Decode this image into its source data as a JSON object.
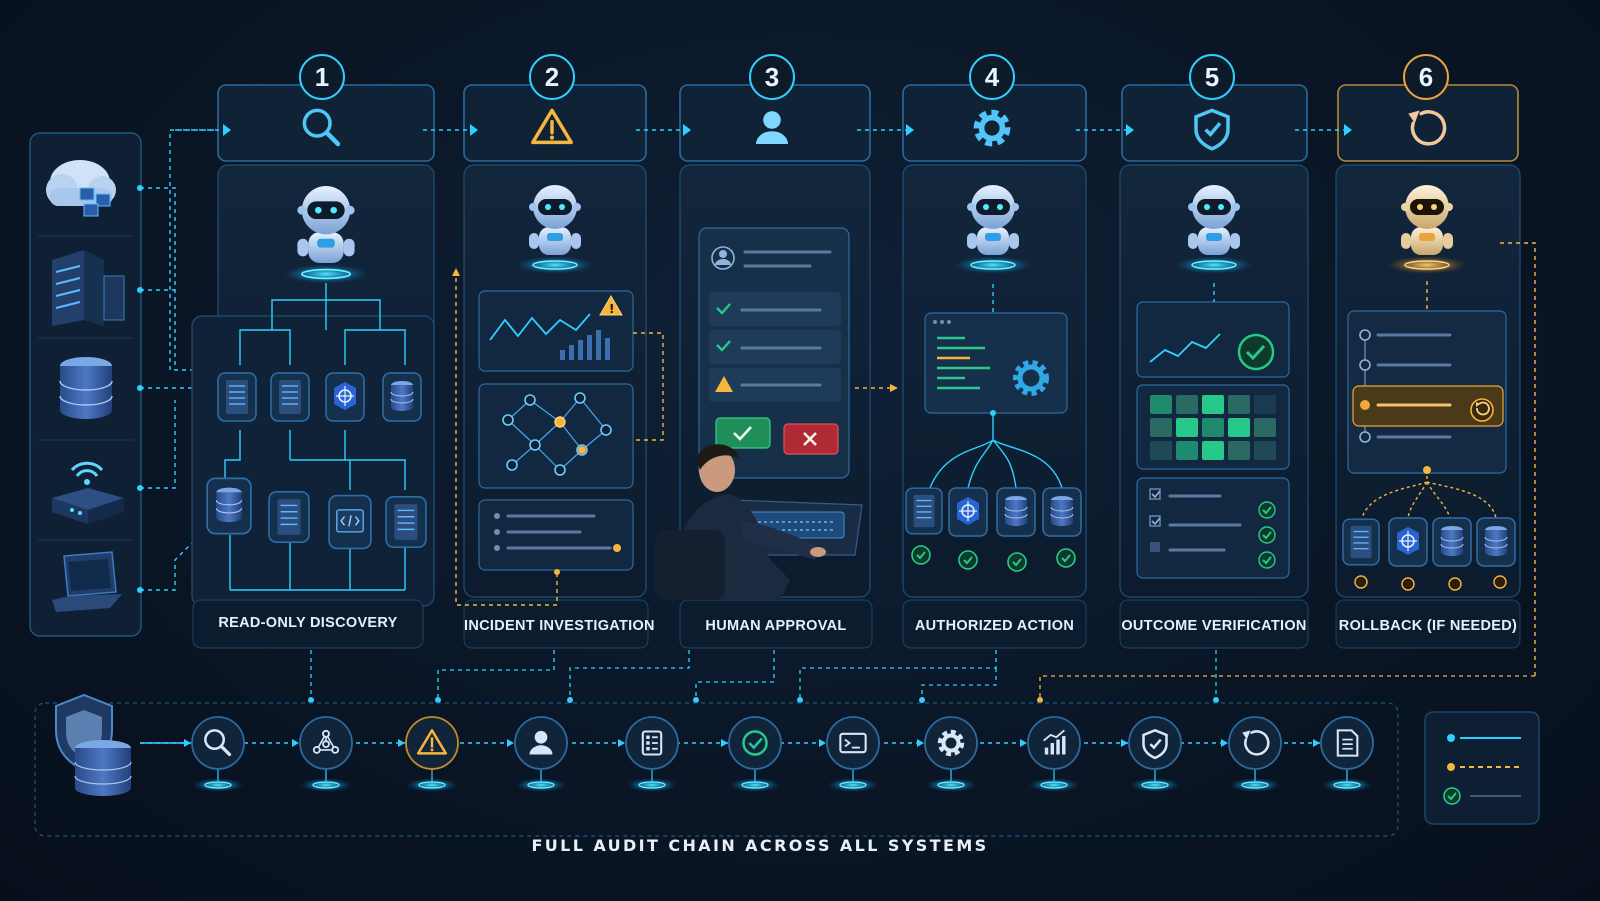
{
  "stages": [
    {
      "number": "1",
      "icon": "search-icon",
      "label": "READ-ONLY DISCOVERY",
      "accent": "#2fd0ff"
    },
    {
      "number": "2",
      "icon": "warning-icon",
      "label": "INCIDENT INVESTIGATION",
      "accent": "#f5b63f"
    },
    {
      "number": "3",
      "icon": "user-icon",
      "label": "HUMAN APPROVAL",
      "accent": "#2fd0ff"
    },
    {
      "number": "4",
      "icon": "gear-icon",
      "label": "AUTHORIZED ACTION",
      "accent": "#2fd0ff"
    },
    {
      "number": "5",
      "icon": "shield-check-icon",
      "label": "OUTCOME VERIFICATION",
      "accent": "#2fd0ff"
    },
    {
      "number": "6",
      "icon": "rollback-icon",
      "label": "ROLLBACK (IF NEEDED)",
      "accent": "#f0a83a"
    }
  ],
  "sources": [
    "cloud-icon",
    "server-rack-icon",
    "database-icon",
    "router-icon",
    "laptop-icon"
  ],
  "audit": {
    "title": "FULL AUDIT CHAIN ACROSS ALL SYSTEMS",
    "nodes": [
      "search-icon",
      "network-icon",
      "warning-icon",
      "user-icon",
      "checklist-icon",
      "check-circle-icon",
      "terminal-icon",
      "gear-icon",
      "chart-icon",
      "shield-check-icon",
      "rollback-icon",
      "document-icon"
    ]
  },
  "legend": [
    {
      "line": "solid",
      "color": "#2fd0ff"
    },
    {
      "line": "dashed",
      "color": "#f5b63f"
    },
    {
      "line": "check",
      "color": "#27c98a"
    }
  ],
  "colors": {
    "cyan": "#2fd0ff",
    "amber": "#f5b63f",
    "green": "#27c98a",
    "red": "#d8343f",
    "panel": "#0f2236"
  }
}
